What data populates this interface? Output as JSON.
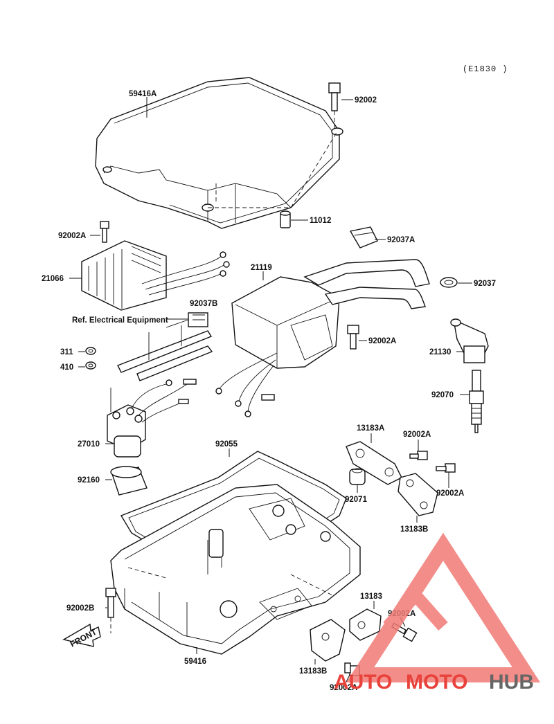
{
  "diagram": {
    "code": "(E1830 )",
    "reference": "Ref. Electrical Equipment",
    "front_label": "FRONT",
    "labels": [
      {
        "id": "lbl-59416a",
        "text": "59416A"
      },
      {
        "id": "lbl-92002-top",
        "text": "92002"
      },
      {
        "id": "lbl-11012",
        "text": "11012"
      },
      {
        "id": "lbl-92002a-1",
        "text": "92002A"
      },
      {
        "id": "lbl-92037a",
        "text": "92037A"
      },
      {
        "id": "lbl-21066",
        "text": "21066"
      },
      {
        "id": "lbl-21119",
        "text": "21119"
      },
      {
        "id": "lbl-92037",
        "text": "92037"
      },
      {
        "id": "lbl-92037b",
        "text": "92037B"
      },
      {
        "id": "lbl-92002a-2",
        "text": "92002A"
      },
      {
        "id": "lbl-311",
        "text": "311"
      },
      {
        "id": "lbl-410",
        "text": "410"
      },
      {
        "id": "lbl-21130",
        "text": "21130"
      },
      {
        "id": "lbl-92070",
        "text": "92070"
      },
      {
        "id": "lbl-13183a",
        "text": "13183A"
      },
      {
        "id": "lbl-92002a-3",
        "text": "92002A"
      },
      {
        "id": "lbl-27010",
        "text": "27010"
      },
      {
        "id": "lbl-92055",
        "text": "92055"
      },
      {
        "id": "lbl-92160",
        "text": "92160"
      },
      {
        "id": "lbl-92071",
        "text": "92071"
      },
      {
        "id": "lbl-92002a-4",
        "text": "92002A"
      },
      {
        "id": "lbl-13183b-1",
        "text": "13183B"
      },
      {
        "id": "lbl-13183",
        "text": "13183"
      },
      {
        "id": "lbl-92002b",
        "text": "92002B"
      },
      {
        "id": "lbl-92002a-5",
        "text": "92002A"
      },
      {
        "id": "lbl-59416",
        "text": "59416"
      },
      {
        "id": "lbl-13183b-2",
        "text": "13183B"
      },
      {
        "id": "lbl-92002a-6",
        "text": "92002A"
      }
    ]
  },
  "watermark": {
    "part1": "AUTO",
    "part2": "MOTO",
    "part3": "HUB",
    "color_red": "#e8423b",
    "color_gray": "#666666",
    "triangle_color": "#f07a75"
  }
}
